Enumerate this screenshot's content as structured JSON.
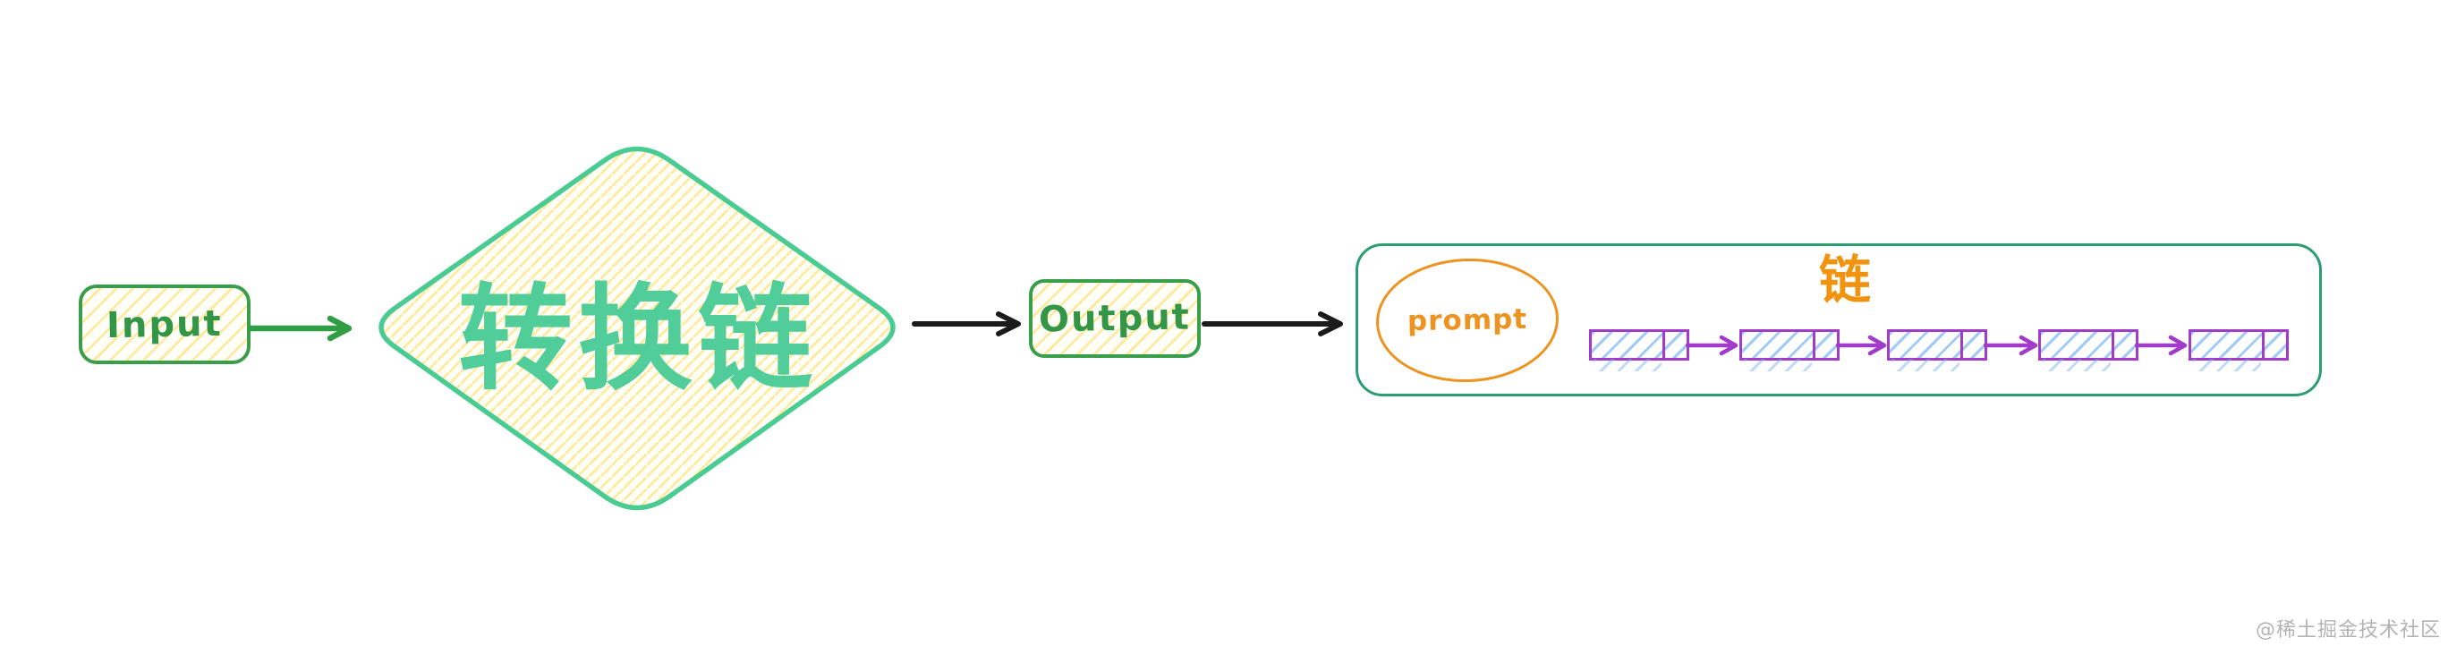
{
  "diagram": {
    "input": {
      "label": "Input"
    },
    "transform_chain": {
      "label": "转换链"
    },
    "output": {
      "label": "Output"
    },
    "chain_container": {
      "prompt": {
        "label": "prompt"
      },
      "chain": {
        "label": "链"
      },
      "linked_list": {
        "node_count": 5,
        "cells_per_node": 2
      }
    },
    "watermark": {
      "label": "@稀土掘金技术社区"
    }
  },
  "colors": {
    "box_green": "#3a9d4a",
    "arrow_green": "#2f9e44",
    "diamond_teal": "#49cb92",
    "diamond_text_teal": "#50cd99",
    "container_green": "#2a9d71",
    "orange": "#ec9320",
    "chain_orange": "#f0930f",
    "purple": "#a23bc9",
    "blue_hatch": "#6eb0f0",
    "yellow_hatch": "#ffd650",
    "arrow_black": "#1b1b1b",
    "watermark_gray": "#b3b3b3"
  }
}
